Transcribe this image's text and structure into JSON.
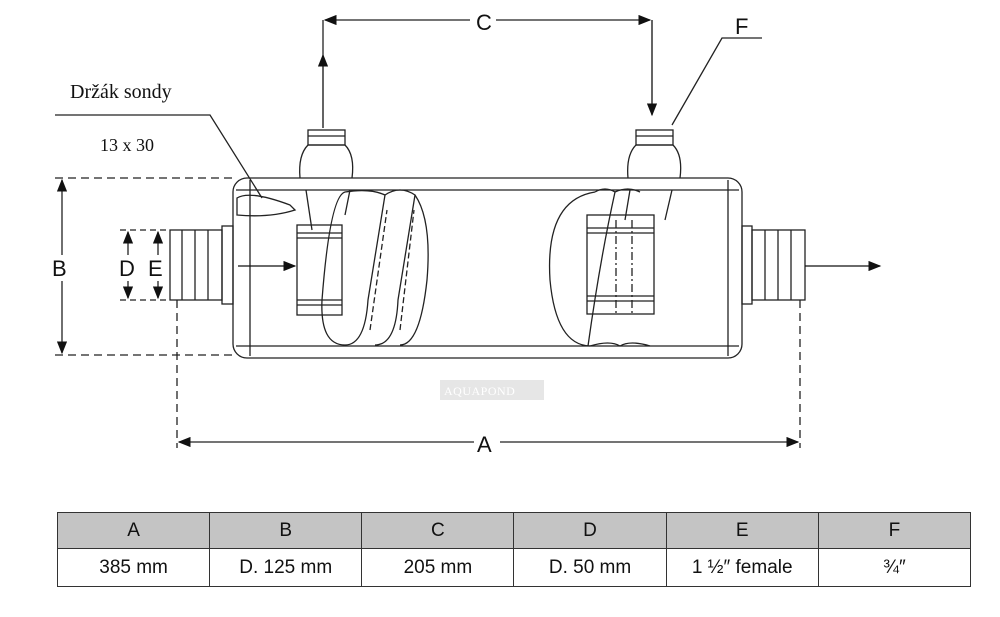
{
  "diagram": {
    "probe_holder_label": "Držák sondy",
    "probe_holder_size": "13 x 30",
    "dimension_labels": {
      "A": "A",
      "B": "B",
      "C": "C",
      "D": "D",
      "E": "E",
      "F": "F"
    },
    "watermark": "AQUAPOND"
  },
  "table": {
    "headers": [
      "A",
      "B",
      "C",
      "D",
      "E",
      "F"
    ],
    "values": [
      "385 mm",
      "D. 125 mm",
      "205 mm",
      "D. 50 mm",
      "1 ½″ female",
      "¾″"
    ]
  }
}
